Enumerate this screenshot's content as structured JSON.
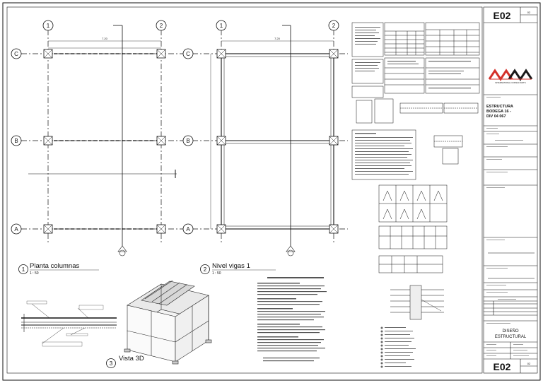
{
  "title_block": {
    "sheet_number": "E02",
    "sheet_number_bottom": "E02",
    "revision_top": "02",
    "revision_bottom": "02",
    "project_title": "ESTRUCTURA BODEGA 16 - DIV 04 067",
    "drawing_title": "DISEÑO ESTRUCTURAL",
    "logo_caption": "INTERNATIONAL CONSULTANTS"
  },
  "views": {
    "plan_columns": {
      "number": "1",
      "title": "Planta columnas",
      "scale": "1 : 50"
    },
    "plan_beams": {
      "number": "2",
      "title": "Nivel vigas  1",
      "scale": "1 : 50"
    },
    "view_3d": {
      "number": "3",
      "title": "Vista 3D"
    }
  },
  "grids": {
    "columns": [
      "1",
      "2"
    ],
    "rows": [
      "C",
      "B",
      "A"
    ]
  },
  "dimensions": {
    "span_x": "7.20"
  },
  "colors": {
    "ink": "#111111",
    "logo_red": "#d4312a",
    "logo_black": "#1a1a1a",
    "background": "#ffffff"
  }
}
